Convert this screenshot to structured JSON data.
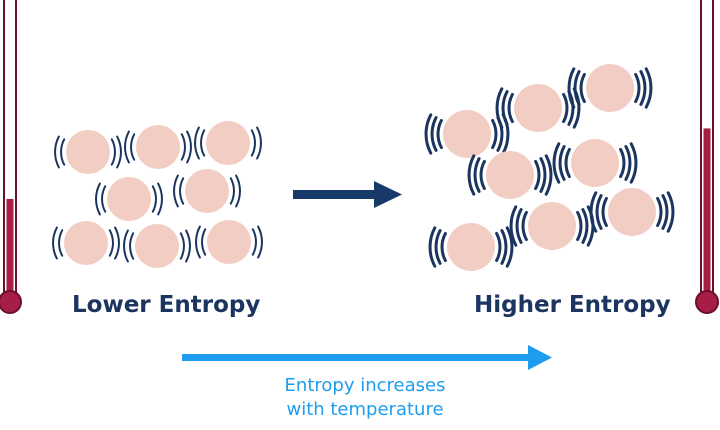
{
  "labels": {
    "lower": "Lower Entropy",
    "higher": "Higher Entropy",
    "caption_line1": "Entropy increases",
    "caption_line2": "with temperature"
  },
  "thermometers": {
    "left_fill_level": 0.33,
    "right_fill_level": 0.57
  },
  "colors": {
    "particle": "#f2cdc3",
    "vibration_lines": "#1b3560",
    "arrow_dark": "#183a6b",
    "arrow_light": "#1e9cee",
    "mercury": "#a61e45",
    "label_text": "#1b3560",
    "caption_text": "#1e9cee"
  }
}
